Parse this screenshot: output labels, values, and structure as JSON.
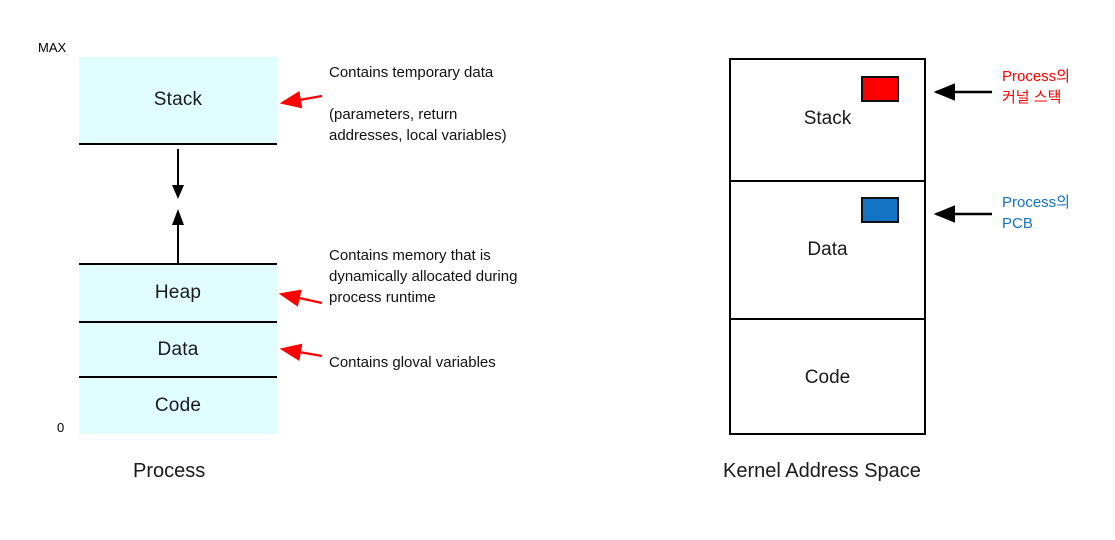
{
  "colors": {
    "segment_fill": "#E0FEFE",
    "outline": "#000000",
    "red": "#FF0000",
    "blue": "#1373C4",
    "background": "#FFFFFF"
  },
  "process": {
    "caption": "Process",
    "axis_top_label": "MAX",
    "axis_bottom_label": "0",
    "segments": [
      {
        "label": "Stack",
        "filled": true
      },
      {
        "label": "",
        "filled": false
      },
      {
        "label": "Heap",
        "filled": true
      },
      {
        "label": "Data",
        "filled": true
      },
      {
        "label": "Code",
        "filled": true
      }
    ],
    "growth_arrows": [
      {
        "name": "stack-grows-down",
        "direction": "down"
      },
      {
        "name": "heap-grows-up",
        "direction": "up"
      }
    ]
  },
  "annotations": {
    "stack": "Contains temporary data\n\n(parameters, return\naddresses, local variables)",
    "heap": "Contains memory that is\ndynamically allocated during\nprocess runtime",
    "data": "Contains gloval variables"
  },
  "kernel": {
    "caption": "Kernel Address Space",
    "segments": [
      {
        "label": "Stack",
        "chip": "red"
      },
      {
        "label": "Data",
        "chip": "blue"
      },
      {
        "label": "Code",
        "chip": null
      }
    ],
    "callouts": [
      {
        "name": "kernel-stack-callout",
        "text": "Process의\n커널 스택",
        "color": "red"
      },
      {
        "name": "pcb-callout",
        "text": "Process의\nPCB",
        "color": "blue"
      }
    ]
  }
}
